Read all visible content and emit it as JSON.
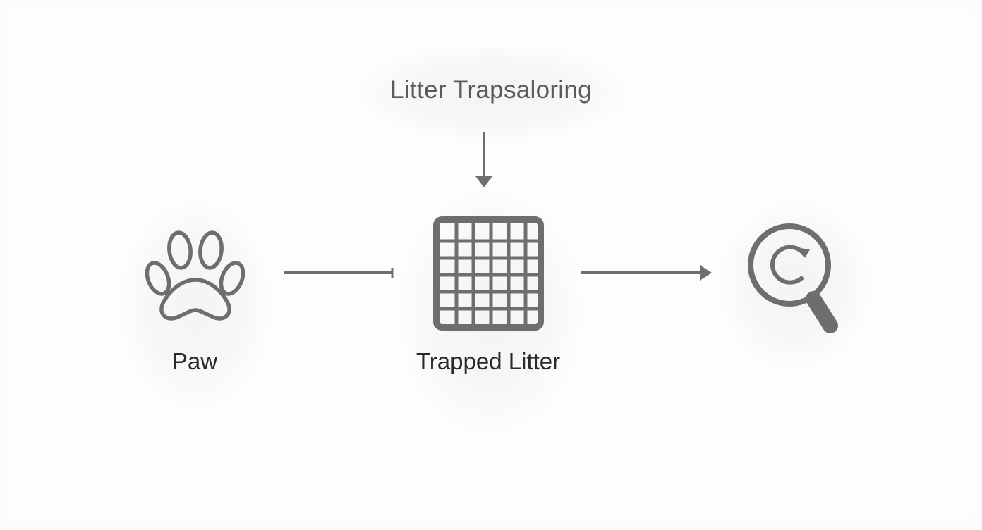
{
  "diagram": {
    "top_label": "Litter Trapsaloring",
    "nodes": [
      {
        "label": "Paw",
        "icon": "paw-icon"
      },
      {
        "label": "Trapped Litter",
        "icon": "grid-mat-icon"
      },
      {
        "label": "",
        "icon": "magnifier-icon"
      }
    ]
  },
  "colors": {
    "stroke": "#6e6e6e",
    "text": "#2a2a2a",
    "title_text": "#5a5a5a"
  }
}
